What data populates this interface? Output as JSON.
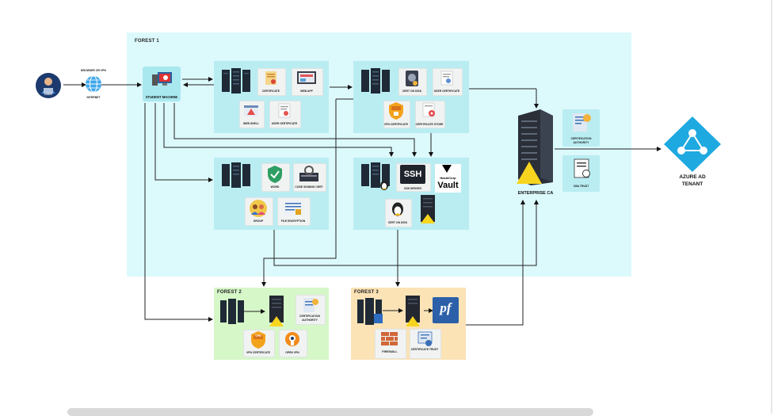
{
  "regions": {
    "forest1": "FOREST 1",
    "forest2": "FOREST 2",
    "forest3": "FOREST 3"
  },
  "user": {
    "label": "USER"
  },
  "internet": {
    "caption": "BROWSER OR VPN",
    "label": "INTERNET"
  },
  "student_machine": {
    "label": "STUDENT MACHINE"
  },
  "box_a": {
    "items": [
      "CERTIFICATE",
      "WEB APP",
      "WEB SHELL",
      "USER CERTIFICATE"
    ]
  },
  "box_b": {
    "items": [
      "CERT ON DISK",
      "USER CERTIFICATE",
      "VPN CERTIFICATE",
      "CERTIFICATE STORE"
    ]
  },
  "box_c": {
    "items": [
      "WORD",
      "CODE SIGNING CERT",
      "GROUP",
      "FILE ENCRYPTION"
    ]
  },
  "box_d": {
    "items": [
      "SSH SERVER",
      "CERT ON DISK"
    ],
    "ssh_text": "SSH",
    "vault_brand": "HashiCorp",
    "vault_text": "Vault"
  },
  "enterprise_ca": {
    "label": "ENTERPRISE CA",
    "cert_authority": "CERTIFICATION AUTHORITY",
    "cba_trust": "CBA TRUST"
  },
  "azure": {
    "line1": "AZURE AD",
    "line2": "TENANT"
  },
  "forest2": {
    "cert_authority": "CERTIFICATION AUTHORITY",
    "vpn_cert": "VPN CERTIFICATE",
    "openvpn": "OPEN VPN",
    "vpn_text": "VPN"
  },
  "forest3": {
    "firewall": "FIREWALL",
    "cert_trust": "CERTIFICATE TRUST",
    "pf_text": "pf"
  },
  "colors": {
    "forest1_bg": "#dcf9fc",
    "box_bg": "#b9edf2",
    "forest2_bg": "#d6f7c8",
    "forest3_bg": "#fbe3b6",
    "azure": "#1fa9e1",
    "warning": "#f7d51e"
  }
}
